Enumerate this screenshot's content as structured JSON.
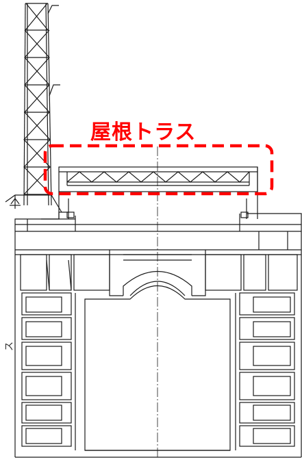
{
  "annotation": {
    "label": "屋根トラス",
    "color": "#ff0000"
  },
  "margin_mark": "ス",
  "drawing": {
    "subject": "building-cross-section",
    "line_color": "#1a1a1a"
  }
}
